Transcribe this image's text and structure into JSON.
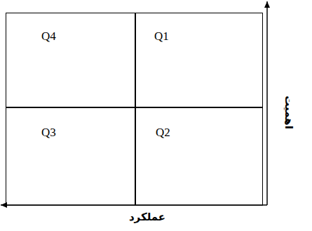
{
  "diagram": {
    "nodes": [
      {
        "text": [
          "Q4"
        ]
      },
      {
        "text": [
          "Q1"
        ]
      },
      {
        "text": [
          "Q3"
        ]
      },
      {
        "text": [
          "Q2"
        ]
      }
    ],
    "labels": [
      "عملکرد",
      "اهمیت"
    ]
  }
}
